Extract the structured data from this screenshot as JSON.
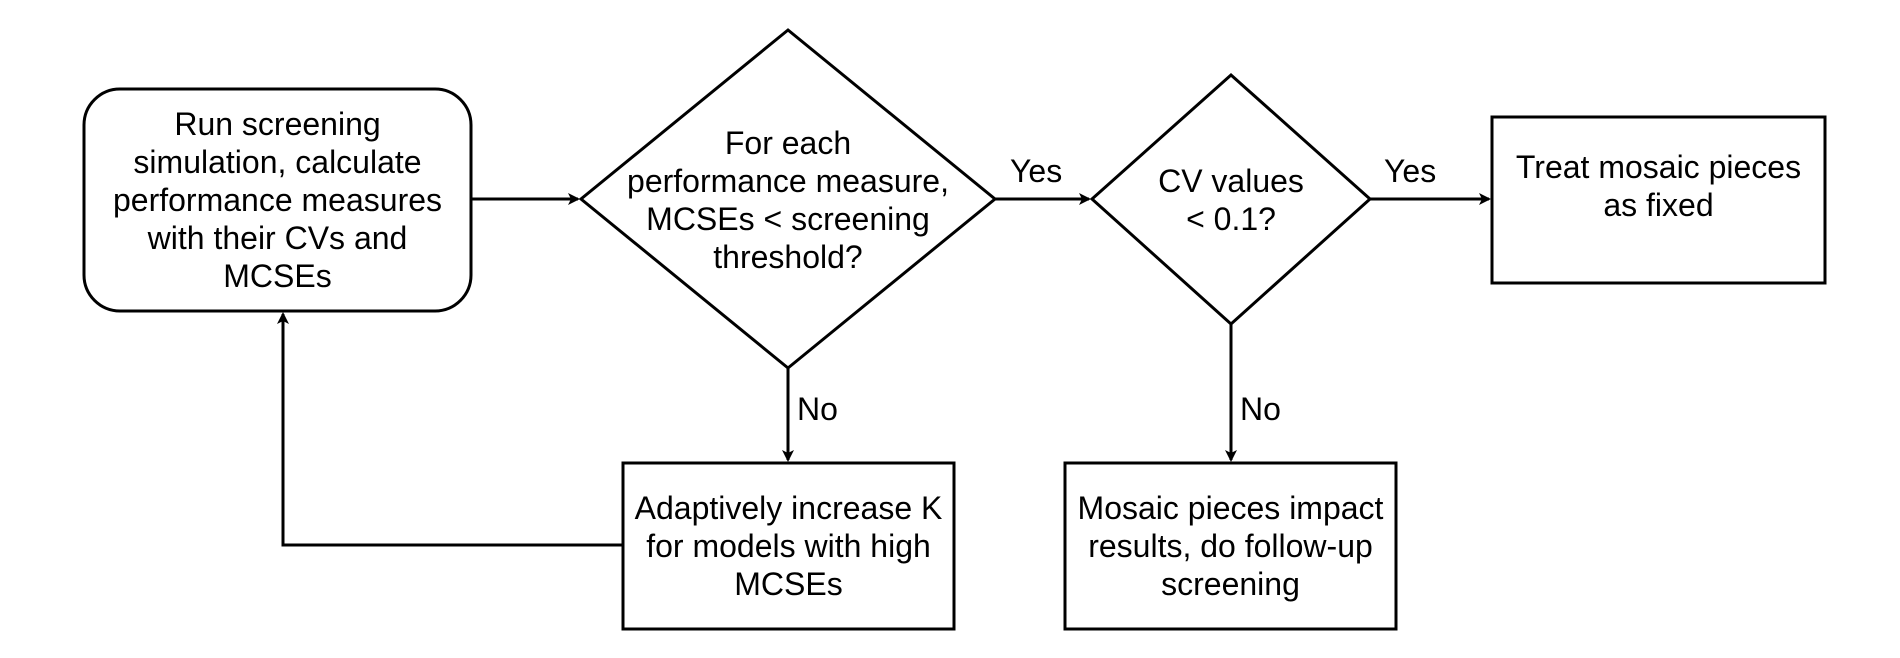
{
  "nodes": {
    "run_screening": {
      "lines": [
        "Run screening",
        "simulation, calculate",
        "performance measures",
        "with their CVs and",
        "MCSEs"
      ]
    },
    "mcse_check": {
      "lines": [
        "For each",
        "performance measure,",
        "MCSEs < screening",
        "threshold?"
      ]
    },
    "cv_check": {
      "lines": [
        "CV values",
        "< 0.1?"
      ]
    },
    "treat_fixed": {
      "lines": [
        "Treat mosaic pieces",
        "as fixed"
      ]
    },
    "increase_k": {
      "lines": [
        "Adaptively increase K",
        "for models with high",
        "MCSEs"
      ]
    },
    "follow_up": {
      "lines": [
        "Mosaic pieces impact",
        "results, do follow-up",
        "screening"
      ]
    }
  },
  "edges": {
    "mcse_yes": "Yes",
    "mcse_no": "No",
    "cv_yes": "Yes",
    "cv_no": "No"
  },
  "colors": {
    "stroke": "#000000",
    "fill": "#ffffff",
    "text": "#000000"
  }
}
